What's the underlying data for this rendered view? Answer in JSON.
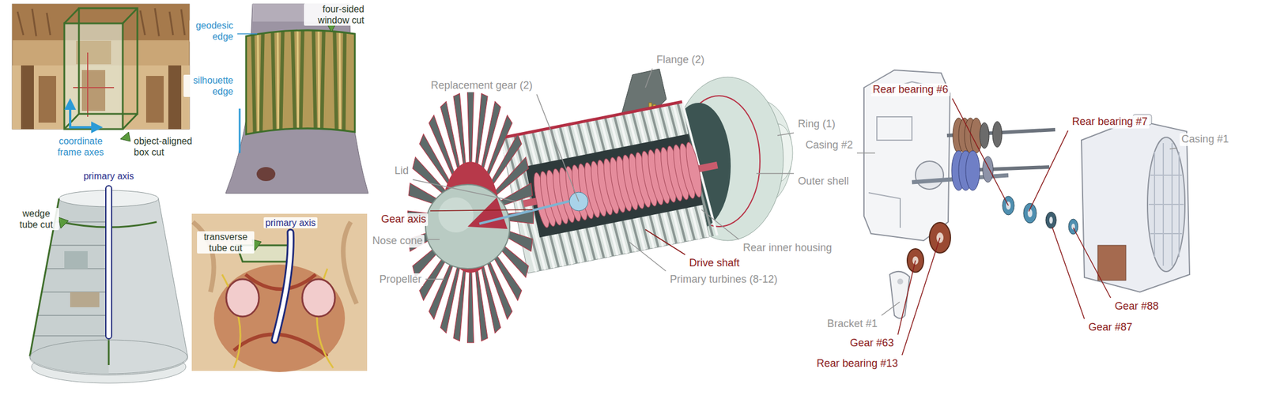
{
  "diagram": {
    "labels": [
      "coordinate frame axes",
      "object-aligned box cut",
      "geodesic edge",
      "four-sided window cut",
      "silhouette edge",
      "primary axis",
      "wedge tube cut",
      "transverse tube cut",
      "primary axis",
      "Replacement gear (2)",
      "Flange (2)",
      "Ring (1)",
      "Lid",
      "Outer shell",
      "Gear axis",
      "Nose cone",
      "Rear inner housing",
      "Drive shaft",
      "Propeller",
      "Primary turbines (8-12)",
      "Rear bearing #6",
      "Rear bearing #7",
      "Casing #2",
      "Casing #1",
      "Bracket #1",
      "Gear #88",
      "Gear #87",
      "Gear #63",
      "Rear bearing #13"
    ]
  }
}
